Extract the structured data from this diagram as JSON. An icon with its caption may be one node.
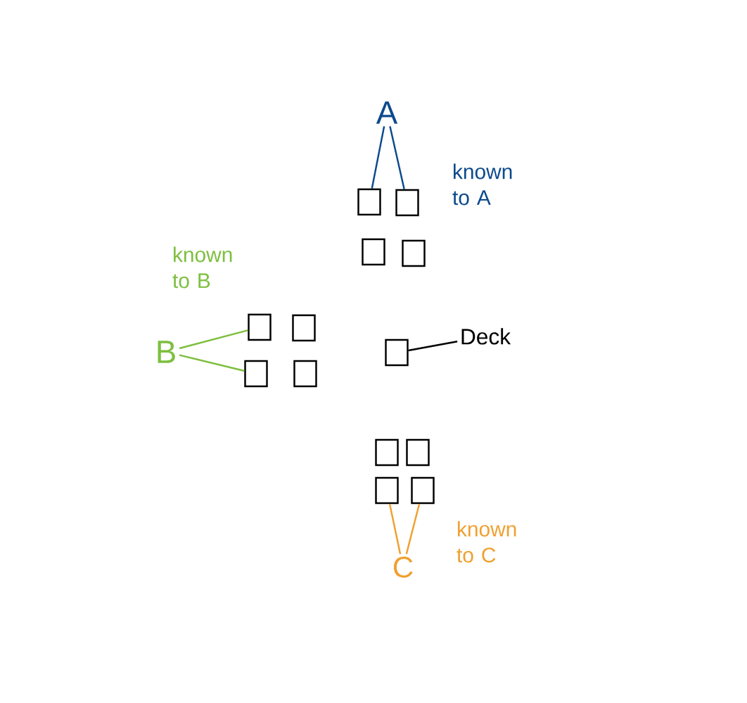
{
  "diagram": {
    "nodes": [
      {
        "text": [
          "A"
        ]
      },
      {
        "text": [],
        "shape": "box"
      },
      {
        "text": [],
        "shape": "box"
      },
      {
        "text": [],
        "shape": "box"
      },
      {
        "text": [],
        "shape": "box"
      },
      {
        "text": [
          "B"
        ]
      },
      {
        "text": [],
        "shape": "box"
      },
      {
        "text": [],
        "shape": "box"
      },
      {
        "text": [],
        "shape": "box"
      },
      {
        "text": [],
        "shape": "box"
      },
      {
        "text": [],
        "shape": "box"
      },
      {
        "text": [
          "Deck"
        ]
      },
      {
        "text": [],
        "shape": "box"
      },
      {
        "text": [],
        "shape": "box"
      },
      {
        "text": [],
        "shape": "box"
      },
      {
        "text": [],
        "shape": "box"
      },
      {
        "text": [
          "C"
        ]
      }
    ],
    "edges": [
      {
        "from": 0,
        "to": 1,
        "arrow": "none",
        "color": "#0d4a8c"
      },
      {
        "from": 0,
        "to": 2,
        "arrow": "none",
        "color": "#0d4a8c"
      },
      {
        "from": 5,
        "to": 6,
        "arrow": "none",
        "color": "#7dbf3f"
      },
      {
        "from": 5,
        "to": 8,
        "arrow": "none",
        "color": "#7dbf3f"
      },
      {
        "from": 11,
        "to": 10,
        "arrow": "none",
        "color": "#000000"
      },
      {
        "from": 16,
        "to": 14,
        "arrow": "none",
        "color": "#f0a030"
      },
      {
        "from": 16,
        "to": 15,
        "arrow": "none",
        "color": "#f0a030"
      }
    ],
    "labels": [
      "known to A",
      "known to B",
      "known to C"
    ]
  }
}
